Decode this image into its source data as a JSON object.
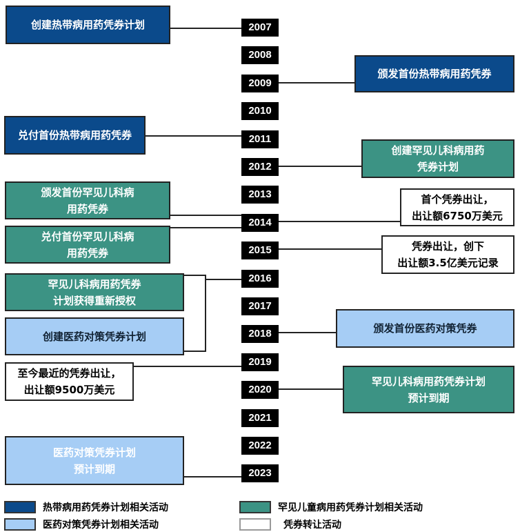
{
  "years": [
    "2007",
    "2008",
    "2009",
    "2010",
    "2011",
    "2012",
    "2013",
    "2014",
    "2015",
    "2016",
    "2017",
    "2018",
    "2019",
    "2020",
    "2021",
    "2022",
    "2023"
  ],
  "events": [
    {
      "lines": [
        "创建热带病用药凭券计划"
      ],
      "category": "tropical"
    },
    {
      "lines": [
        "颁发首份热带病用药凭券"
      ],
      "category": "tropical"
    },
    {
      "lines": [
        "兑付首份热带病用药凭券"
      ],
      "category": "tropical"
    },
    {
      "lines": [
        "创建罕见儿科病用药",
        "凭券计划"
      ],
      "category": "rare-pediatric"
    },
    {
      "lines": [
        "颁发首份罕见儿科病",
        "用药凭券"
      ],
      "category": "rare-pediatric"
    },
    {
      "lines": [
        "首个凭券出让，",
        "出让额6750万美元"
      ],
      "category": "transfer"
    },
    {
      "lines": [
        "兑付首份罕见儿科病",
        "用药凭券"
      ],
      "category": "rare-pediatric"
    },
    {
      "lines": [
        "凭券出让，创下",
        "出让额3.5亿美元记录"
      ],
      "category": "transfer"
    },
    {
      "lines": [
        "罕见儿科病用药凭券",
        "计划获得重新授权"
      ],
      "category": "rare-pediatric"
    },
    {
      "lines": [
        "创建医药对策凭券计划"
      ],
      "category": "countermeasure"
    },
    {
      "lines": [
        "颁发首份医药对策凭券"
      ],
      "category": "countermeasure"
    },
    {
      "lines": [
        "至今最近的凭券出让，",
        "出让额9500万美元"
      ],
      "category": "transfer"
    },
    {
      "lines": [
        "罕见儿科病用药凭券计划",
        "预计到期"
      ],
      "category": "rare-pediatric"
    },
    {
      "lines": [
        "医药对策凭券计划",
        "预计到期"
      ],
      "category": "countermeasure"
    }
  ],
  "legend": [
    {
      "label": "热带病用药凭券计划相关活动",
      "color": "#0b4a8b"
    },
    {
      "label": "罕见儿童病用药凭券计划相关活动",
      "color": "#3c9384"
    },
    {
      "label": "医药对策凭券计划相关活动",
      "color": "#a6cdf5"
    },
    {
      "label": "凭券转让活动",
      "color": "#ffffff"
    }
  ]
}
